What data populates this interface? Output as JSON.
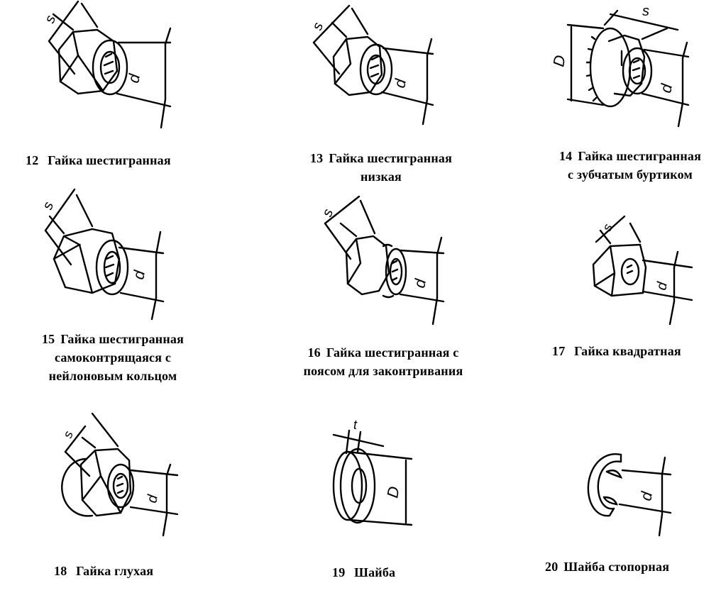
{
  "items": [
    {
      "number": "12",
      "lines": [
        "Гайка шестигранная"
      ],
      "dims": [
        "s",
        "d"
      ],
      "icon": "hex-nut-icon"
    },
    {
      "number": "13",
      "lines": [
        "Гайка шестигранная",
        "низкая"
      ],
      "dims": [
        "s",
        "d"
      ],
      "icon": "hex-nut-low-icon"
    },
    {
      "number": "14",
      "lines": [
        "Гайка шестигранная",
        "с зубчатым буртиком"
      ],
      "dims": [
        "s",
        "D",
        "d"
      ],
      "icon": "flange-nut-icon"
    },
    {
      "number": "15",
      "lines": [
        "Гайка шестигранная",
        "самоконтрящаяся с",
        "нейлоновым кольцом"
      ],
      "dims": [
        "s",
        "d"
      ],
      "icon": "nylon-lock-nut-icon"
    },
    {
      "number": "16",
      "lines": [
        "Гайка шестигранная с",
        "поясом для законтривания"
      ],
      "dims": [
        "s",
        "d"
      ],
      "icon": "collar-lock-nut-icon"
    },
    {
      "number": "17",
      "lines": [
        "Гайка квадратная"
      ],
      "dims": [
        "s",
        "d"
      ],
      "icon": "square-nut-icon"
    },
    {
      "number": "18",
      "lines": [
        "Гайка глухая"
      ],
      "dims": [
        "s",
        "d"
      ],
      "icon": "cap-nut-icon"
    },
    {
      "number": "19",
      "lines": [
        "Шайба"
      ],
      "dims": [
        "t",
        "D"
      ],
      "icon": "washer-icon"
    },
    {
      "number": "20",
      "lines": [
        "Шайба стопорная"
      ],
      "dims": [
        "d"
      ],
      "icon": "retaining-washer-icon"
    }
  ]
}
